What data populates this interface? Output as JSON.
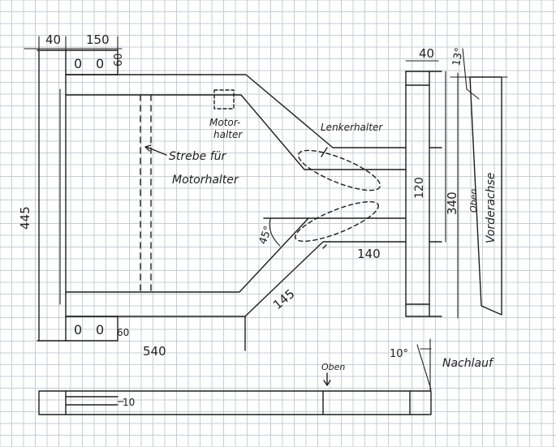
{
  "colors": {
    "paper": "#ffffff",
    "grid": "#c9ccd4",
    "ink": "#1e1e1e"
  },
  "drawing": {
    "dimensions": {
      "top_left_width": "40",
      "top_bracket_width": "150",
      "top_bracket_height": "60",
      "left_height": "445",
      "right_top_width": "40",
      "right_top_angle": "13°",
      "right_middle": "120",
      "right_total": "340",
      "mid_bottom": "140",
      "angle_left": "45°",
      "diag_bottom": "145",
      "bottom_length": "540",
      "bottom_bracket_height": "60",
      "caster_angle": "10°",
      "side_thickness": "10"
    },
    "labels": {
      "motor_line1": "Motor-",
      "motor_line2": "halter",
      "strut_line1": "Strebe für",
      "strut_line2": "Motorhalter",
      "steering_holder": "Lenkerhalter",
      "front_axle": "Vorderachse",
      "top_vertical": "Oben",
      "top_side": "Oben",
      "caster": "Nachlauf"
    },
    "bracket_glyphs": {
      "top_left": "0",
      "top_right": "0",
      "bottom_left": "0",
      "bottom_right": "0"
    }
  }
}
